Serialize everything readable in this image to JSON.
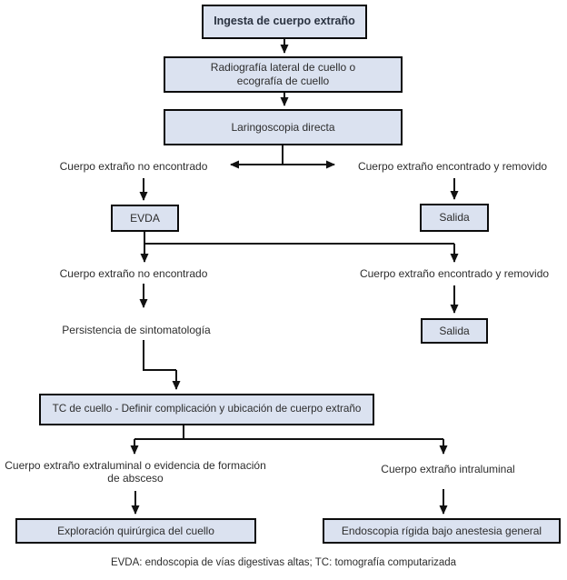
{
  "colors": {
    "box_fill": "#dbe2f0",
    "box_border": "#0b0b0b",
    "connector": "#111111",
    "text": "#2d2d2d"
  },
  "nodes": {
    "ingesta": {
      "label": "Ingesta de cuerpo extraño"
    },
    "radiografia": {
      "line1": "Radiografía lateral de cuello o",
      "line2": "ecografía de cuello"
    },
    "laringoscopia": {
      "label": "Laringoscopia directa"
    },
    "evda": {
      "label": "EVDA"
    },
    "salida_1": {
      "label": "Salida"
    },
    "salida_2": {
      "label": "Salida"
    },
    "tc": {
      "label": "TC de cuello - Definir complicación y ubicación de cuerpo extraño"
    },
    "exploracion": {
      "label": "Exploración quirúrgica del cuello"
    },
    "endoscopia": {
      "label": "Endoscopia rígida bajo anestesia general"
    }
  },
  "labels": {
    "no_encontrado_1": "Cuerpo extraño no encontrado",
    "encontrado_removido_1": "Cuerpo extraño encontrado y removido",
    "no_encontrado_2": "Cuerpo extraño no encontrado",
    "encontrado_removido_2": "Cuerpo extraño encontrado y removido",
    "persistencia": "Persistencia de sintomatología",
    "extraluminal_line1": "Cuerpo extraño extraluminal o evidencia de formación",
    "extraluminal_line2": "de absceso",
    "intraluminal": "Cuerpo extraño intraluminal"
  },
  "footer": {
    "note": "EVDA: endoscopia de vías digestivas altas; TC: tomografía computarizada"
  }
}
